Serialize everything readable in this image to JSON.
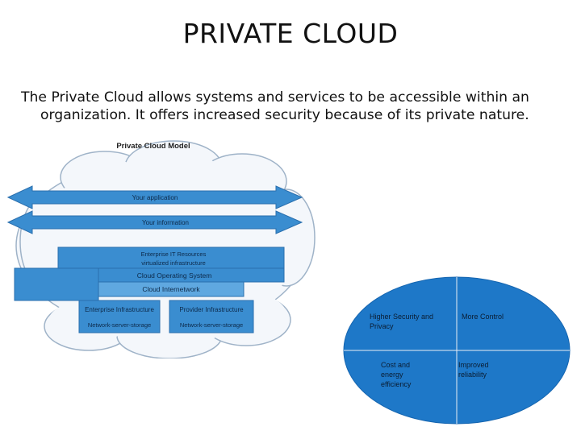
{
  "slide": {
    "title": "PRIVATE CLOUD",
    "body_prefix": "The ",
    "body_rest_line1": "Private Cloud allows systems and services to be accessible within an",
    "body_line2": "organization. It offers increased security because of its private nature."
  },
  "cloud_model": {
    "heading": "Private Cloud Model",
    "arrow_top": "Your application",
    "arrow_bottom": "Your information",
    "enterprise_it_line1": "Enterprise IT Resources",
    "enterprise_it_line2": "virtualized infrastructure",
    "cloud_os": "Cloud Operating System",
    "cloud_internetwork": "Cloud Internetwork",
    "enterprise_infra_title": "Enterprise Infrastructure",
    "enterprise_infra_sub": "Network-server-storage",
    "provider_infra_title": "Provider Infrastructure",
    "provider_infra_sub": "Network-server-storage",
    "colors": {
      "band": "#3a8dd0",
      "band_light": "#5fa8e0",
      "cloud_fill": "#f4f7fb",
      "cloud_stroke": "#9fb3c8"
    }
  },
  "benefits": {
    "q1_line1": "Higher Security and",
    "q1_line2": "Privacy",
    "q2": "More Control",
    "q3_line1": "Cost and",
    "q3_line2": "energy",
    "q3_line3": "efficiency",
    "q4_line1": "Improved",
    "q4_line2": "reliability",
    "colors": {
      "fill": "#1e78c8",
      "line": "#e8eef5"
    }
  }
}
